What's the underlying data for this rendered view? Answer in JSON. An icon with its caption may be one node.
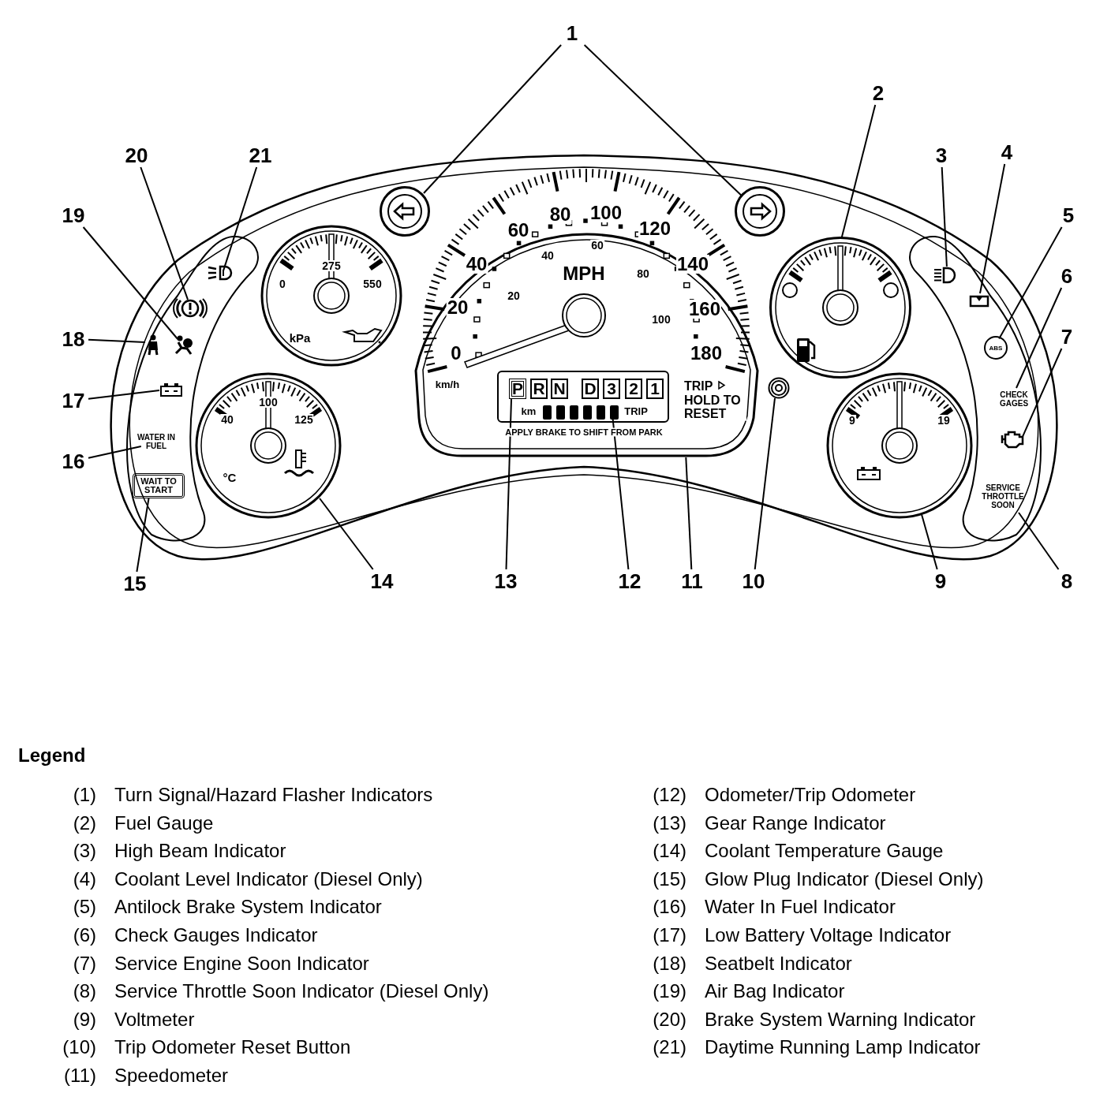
{
  "diagram": {
    "nodes": [
      {
        "text": [
          "1"
        ]
      },
      {
        "text": [
          "2"
        ]
      },
      {
        "text": [
          "3"
        ]
      },
      {
        "text": [
          "4"
        ]
      },
      {
        "text": [
          "5"
        ]
      },
      {
        "text": [
          "6"
        ]
      },
      {
        "text": [
          "7"
        ]
      },
      {
        "text": [
          "8"
        ]
      },
      {
        "text": [
          "9"
        ]
      },
      {
        "text": [
          "10"
        ]
      },
      {
        "text": [
          "11"
        ]
      },
      {
        "text": [
          "12"
        ]
      },
      {
        "text": [
          "13"
        ]
      },
      {
        "text": [
          "14"
        ]
      },
      {
        "text": [
          "15"
        ]
      },
      {
        "text": [
          "16"
        ]
      },
      {
        "text": [
          "17"
        ]
      },
      {
        "text": [
          "18"
        ]
      },
      {
        "text": [
          "19"
        ]
      },
      {
        "text": [
          "20"
        ]
      },
      {
        "text": [
          "21"
        ]
      },
      {
        "text": [],
        "shape": "circle"
      },
      {
        "text": [],
        "shape": "circle"
      },
      {
        "text": [],
        "shape": "circle"
      },
      {
        "text": [],
        "shape": "icon"
      },
      {
        "text": [],
        "shape": "icon"
      },
      {
        "text": [
          "ABS"
        ]
      },
      {
        "text": [
          "CHECK GAGES"
        ]
      },
      {
        "text": [],
        "shape": "icon"
      },
      {
        "text": [
          "SERVICE THROTTLE SOON"
        ]
      },
      {
        "text": [
          "9",
          "19"
        ]
      },
      {
        "text": [],
        "shape": "circle"
      },
      {
        "text": [
          "0",
          "20",
          "40",
          "60",
          "80",
          "100",
          "120",
          "140",
          "160",
          "180",
          "MPH",
          "20",
          "40",
          "60",
          "80",
          "100",
          "km/h",
          "TRIP HOLD TO RESET",
          "APPLY BRAKE TO SHIFT FROM PARK"
        ]
      },
      {
        "text": [
          "km",
          "TRIP"
        ],
        "in": 32
      },
      {
        "text": [
          "P",
          "R",
          "N",
          "D",
          "3",
          "2",
          "1"
        ],
        "in": 33
      },
      {
        "text": [],
        "shape": "box",
        "in": 33
      },
      {
        "text": [
          "40",
          "100",
          "125",
          "°C"
        ]
      },
      {
        "text": [
          "0",
          "275",
          "550",
          "kPa"
        ]
      },
      {
        "text": [],
        "shape": "icon"
      },
      {
        "text": [],
        "shape": "icon"
      },
      {
        "text": [],
        "shape": "icon"
      },
      {
        "text": [],
        "shape": "icon"
      },
      {
        "text": [],
        "shape": "icon"
      },
      {
        "text": [
          "WATER IN FUEL"
        ]
      },
      {
        "text": [
          "WAIT TO START"
        ]
      }
    ],
    "edges": [
      {
        "from": 0,
        "to": 21,
        "arrow": "none"
      },
      {
        "from": 0,
        "to": 22,
        "arrow": "none"
      },
      {
        "from": 1,
        "to": 23,
        "arrow": "none"
      },
      {
        "from": 2,
        "to": 24,
        "arrow": "none"
      },
      {
        "from": 3,
        "to": 25,
        "arrow": "none"
      },
      {
        "from": 4,
        "to": 26,
        "arrow": "none"
      },
      {
        "from": 5,
        "to": 27,
        "arrow": "none"
      },
      {
        "from": 6,
        "to": 28,
        "arrow": "none"
      },
      {
        "from": 7,
        "to": 29,
        "arrow": "none"
      },
      {
        "from": 8,
        "to": 30,
        "arrow": "none"
      },
      {
        "from": 9,
        "to": 31,
        "arrow": "none"
      },
      {
        "from": 10,
        "to": 32,
        "arrow": "none"
      },
      {
        "from": 11,
        "to": 35,
        "arrow": "none"
      },
      {
        "from": 12,
        "to": 34,
        "arrow": "none"
      },
      {
        "from": 13,
        "to": 36,
        "arrow": "none"
      },
      {
        "from": 14,
        "to": 44,
        "arrow": "none"
      },
      {
        "from": 15,
        "to": 43,
        "arrow": "none"
      },
      {
        "from": 16,
        "to": 42,
        "arrow": "none"
      },
      {
        "from": 17,
        "to": 41,
        "arrow": "none"
      },
      {
        "from": 18,
        "to": 40,
        "arrow": "none"
      },
      {
        "from": 19,
        "to": 38,
        "arrow": "none"
      },
      {
        "from": 20,
        "to": 39,
        "arrow": "none"
      }
    ],
    "labels": [
      "Legend",
      "(1)",
      "Turn Signal/Hazard Flasher Indicators",
      "(2)",
      "Fuel Gauge",
      "(3)",
      "High Beam Indicator",
      "(4)",
      "Coolant Level Indicator (Diesel Only)",
      "(5)",
      "Antilock Brake System Indicator",
      "(6)",
      "Check Gauges Indicator",
      "(7)",
      "Service Engine Soon Indicator",
      "(8)",
      "Service Throttle Soon Indicator (Diesel Only)",
      "(9)",
      "Voltmeter",
      "(10)",
      "Trip Odometer Reset Button",
      "(11)",
      "Speedometer",
      "(12)",
      "Odometer/Trip Odometer",
      "(13)",
      "Gear Range Indicator",
      "(14)",
      "Coolant Temperature Gauge",
      "(15)",
      "Glow Plug Indicator (Diesel Only)",
      "(16)",
      "Water In Fuel Indicator",
      "(17)",
      "Low Battery Voltage Indicator",
      "(18)",
      "Seatbelt Indicator",
      "(19)",
      "Air Bag Indicator",
      "(20)",
      "Brake System Warning Indicator",
      "(21)",
      "Daytime Running Lamp Indicator"
    ]
  }
}
